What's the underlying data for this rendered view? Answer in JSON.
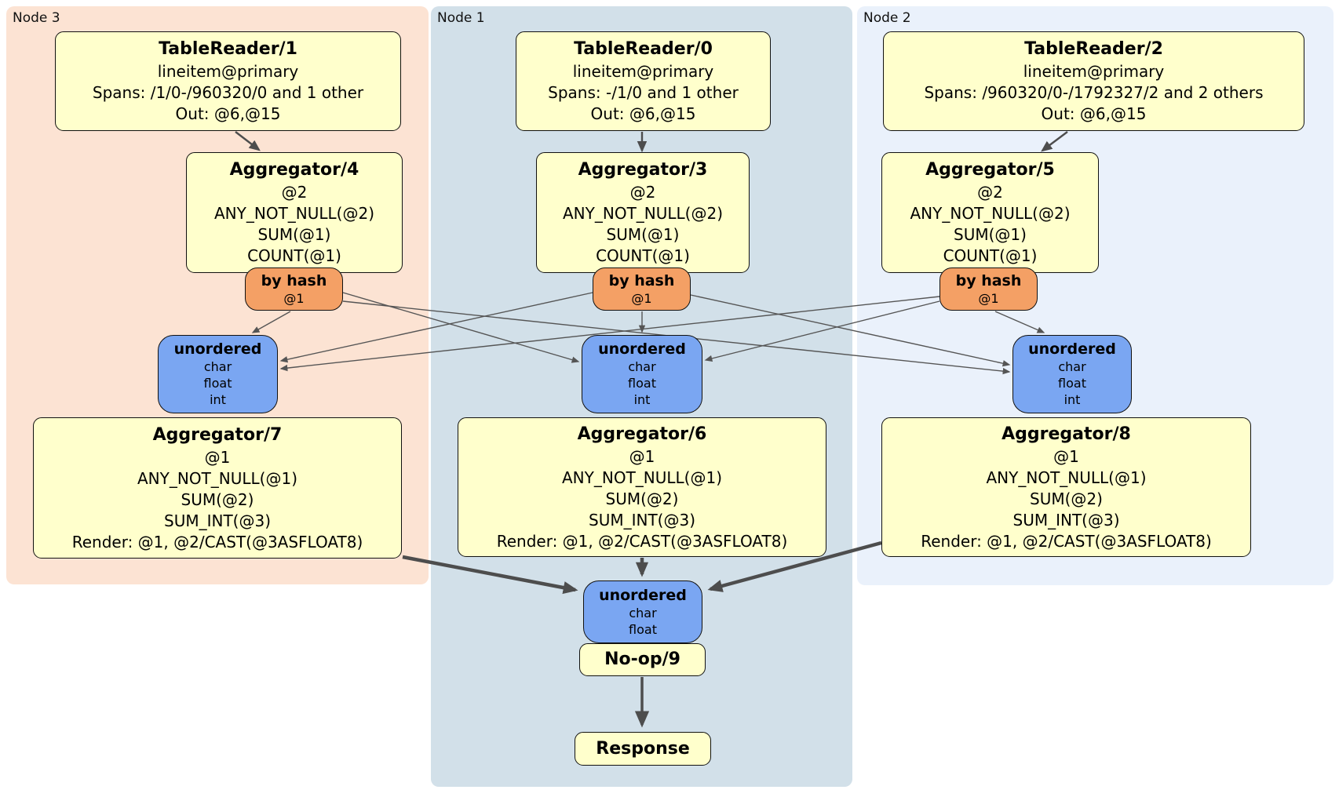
{
  "panels": {
    "node3": {
      "label": "Node 3"
    },
    "node1": {
      "label": "Node 1"
    },
    "node2": {
      "label": "Node 2"
    }
  },
  "proc": {
    "tr1": {
      "title": "TableReader/1",
      "l1": "lineitem@primary",
      "l2": "Spans: /1/0-/960320/0 and 1 other",
      "l3": "Out: @6,@15"
    },
    "tr0": {
      "title": "TableReader/0",
      "l1": "lineitem@primary",
      "l2": "Spans: -/1/0 and 1 other",
      "l3": "Out: @6,@15"
    },
    "tr2": {
      "title": "TableReader/2",
      "l1": "lineitem@primary",
      "l2": "Spans: /960320/0-/1792327/2 and 2 others",
      "l3": "Out: @6,@15"
    },
    "agg4": {
      "title": "Aggregator/4",
      "l1": "@2",
      "l2": "ANY_NOT_NULL(@2)",
      "l3": "SUM(@1)",
      "l4": "COUNT(@1)"
    },
    "agg3": {
      "title": "Aggregator/3",
      "l1": "@2",
      "l2": "ANY_NOT_NULL(@2)",
      "l3": "SUM(@1)",
      "l4": "COUNT(@1)"
    },
    "agg5": {
      "title": "Aggregator/5",
      "l1": "@2",
      "l2": "ANY_NOT_NULL(@2)",
      "l3": "SUM(@1)",
      "l4": "COUNT(@1)"
    },
    "agg7": {
      "title": "Aggregator/7",
      "l1": "@1",
      "l2": "ANY_NOT_NULL(@1)",
      "l3": "SUM(@2)",
      "l4": "SUM_INT(@3)",
      "l5": "Render: @1, @2/CAST(@3ASFLOAT8)"
    },
    "agg6": {
      "title": "Aggregator/6",
      "l1": "@1",
      "l2": "ANY_NOT_NULL(@1)",
      "l3": "SUM(@2)",
      "l4": "SUM_INT(@3)",
      "l5": "Render: @1, @2/CAST(@3ASFLOAT8)"
    },
    "agg8": {
      "title": "Aggregator/8",
      "l1": "@1",
      "l2": "ANY_NOT_NULL(@1)",
      "l3": "SUM(@2)",
      "l4": "SUM_INT(@3)",
      "l5": "Render: @1, @2/CAST(@3ASFLOAT8)"
    },
    "noop": {
      "title": "No-op/9"
    },
    "response": {
      "title": "Response"
    }
  },
  "router": {
    "title": "by hash",
    "key": "@1"
  },
  "sync_full": {
    "title": "unordered",
    "t1": "char",
    "t2": "float",
    "t3": "int"
  },
  "sync_final": {
    "title": "unordered",
    "t1": "char",
    "t2": "float"
  },
  "edges": [
    {
      "from": "TableReader/1",
      "to": "Aggregator/4"
    },
    {
      "from": "TableReader/0",
      "to": "Aggregator/3"
    },
    {
      "from": "TableReader/2",
      "to": "Aggregator/5"
    },
    {
      "from": "by hash (Node 3)",
      "to": "unordered (Node 3)"
    },
    {
      "from": "by hash (Node 3)",
      "to": "unordered (Node 1)"
    },
    {
      "from": "by hash (Node 3)",
      "to": "unordered (Node 2)"
    },
    {
      "from": "by hash (Node 1)",
      "to": "unordered (Node 3)"
    },
    {
      "from": "by hash (Node 1)",
      "to": "unordered (Node 1)"
    },
    {
      "from": "by hash (Node 1)",
      "to": "unordered (Node 2)"
    },
    {
      "from": "by hash (Node 2)",
      "to": "unordered (Node 3)"
    },
    {
      "from": "by hash (Node 2)",
      "to": "unordered (Node 1)"
    },
    {
      "from": "by hash (Node 2)",
      "to": "unordered (Node 2)"
    },
    {
      "from": "Aggregator/7",
      "to": "unordered (final)"
    },
    {
      "from": "Aggregator/6",
      "to": "unordered (final)"
    },
    {
      "from": "Aggregator/8",
      "to": "unordered (final)"
    },
    {
      "from": "unordered (final)",
      "to": "No-op/9"
    },
    {
      "from": "No-op/9",
      "to": "Response"
    }
  ],
  "colors": {
    "panel_node3": "#fce3d3",
    "panel_node1": "#d2e0e9",
    "panel_node2": "#eaf1fb",
    "processor_box": "#ffffcc",
    "router_box": "#f4a065",
    "sync_box": "#7aa6f2",
    "edge": "#4d4d4d",
    "border": "#111111"
  }
}
